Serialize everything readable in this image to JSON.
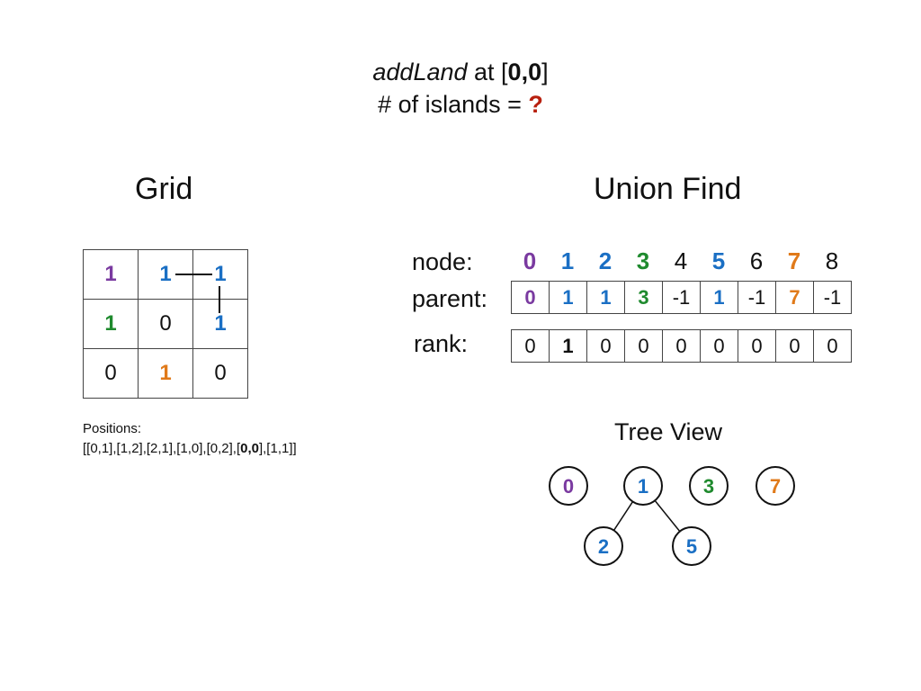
{
  "title": {
    "fn": "addLand",
    "at": " at [",
    "coord": "0,0",
    "close": "]",
    "islands_prefix": "# of islands = ",
    "islands_value": "?"
  },
  "grid_heading": "Grid",
  "uf_heading": "Union Find",
  "grid": [
    [
      {
        "v": "1",
        "color": "#7a3aa0",
        "bold": true
      },
      {
        "v": "1",
        "color": "#1a6fc4",
        "bold": true
      },
      {
        "v": "1",
        "color": "#1a6fc4",
        "bold": true
      }
    ],
    [
      {
        "v": "1",
        "color": "#1f8a2e",
        "bold": true
      },
      {
        "v": "0",
        "color": "#111111",
        "bold": false
      },
      {
        "v": "1",
        "color": "#1a6fc4",
        "bold": true
      }
    ],
    [
      {
        "v": "0",
        "color": "#111111",
        "bold": false
      },
      {
        "v": "1",
        "color": "#e07a1a",
        "bold": true
      },
      {
        "v": "0",
        "color": "#111111",
        "bold": false
      }
    ]
  ],
  "positions_label": "Positions:",
  "positions": {
    "before": "[[0,1],[1,2],[2,1],[1,0],[0,2],[",
    "highlight": "0,0",
    "after": "],[1,1]]"
  },
  "labels": {
    "node": "node:",
    "parent": "parent:",
    "rank": "rank:"
  },
  "nodes": [
    {
      "v": "0",
      "color": "#7a3aa0",
      "bold": true
    },
    {
      "v": "1",
      "color": "#1a6fc4",
      "bold": true
    },
    {
      "v": "2",
      "color": "#1a6fc4",
      "bold": true
    },
    {
      "v": "3",
      "color": "#1f8a2e",
      "bold": true
    },
    {
      "v": "4",
      "color": "#111111",
      "bold": false
    },
    {
      "v": "5",
      "color": "#1a6fc4",
      "bold": true
    },
    {
      "v": "6",
      "color": "#111111",
      "bold": false
    },
    {
      "v": "7",
      "color": "#e07a1a",
      "bold": true
    },
    {
      "v": "8",
      "color": "#111111",
      "bold": false
    }
  ],
  "parent": [
    {
      "v": "0",
      "color": "#7a3aa0",
      "bold": true
    },
    {
      "v": "1",
      "color": "#1a6fc4",
      "bold": true
    },
    {
      "v": "1",
      "color": "#1a6fc4",
      "bold": true
    },
    {
      "v": "3",
      "color": "#1f8a2e",
      "bold": true
    },
    {
      "v": "-1",
      "color": "#111111",
      "bold": false
    },
    {
      "v": "1",
      "color": "#1a6fc4",
      "bold": true
    },
    {
      "v": "-1",
      "color": "#111111",
      "bold": false
    },
    {
      "v": "7",
      "color": "#e07a1a",
      "bold": true
    },
    {
      "v": "-1",
      "color": "#111111",
      "bold": false
    }
  ],
  "rank": [
    {
      "v": "0",
      "bold": false
    },
    {
      "v": "1",
      "bold": true
    },
    {
      "v": "0",
      "bold": false
    },
    {
      "v": "0",
      "bold": false
    },
    {
      "v": "0",
      "bold": false
    },
    {
      "v": "0",
      "bold": false
    },
    {
      "v": "0",
      "bold": false
    },
    {
      "v": "0",
      "bold": false
    },
    {
      "v": "0",
      "bold": false
    }
  ],
  "tree_heading": "Tree View",
  "tree": {
    "roots": [
      {
        "v": "0",
        "color": "#7a3aa0"
      },
      {
        "v": "1",
        "color": "#1a6fc4"
      },
      {
        "v": "3",
        "color": "#1f8a2e"
      },
      {
        "v": "7",
        "color": "#e07a1a"
      }
    ],
    "children": [
      {
        "v": "2",
        "color": "#1a6fc4",
        "parent": "1"
      },
      {
        "v": "5",
        "color": "#1a6fc4",
        "parent": "1"
      }
    ]
  }
}
